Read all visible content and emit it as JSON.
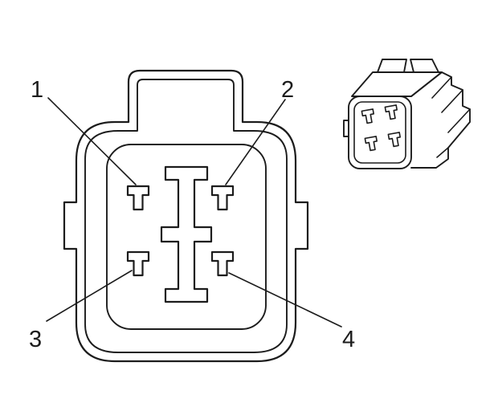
{
  "diagram": {
    "background": "#ffffff",
    "line_color": "#1c1c1c",
    "views": {
      "front_view_name": "connector-front-view",
      "perspective_view_name": "connector-perspective-view"
    },
    "callouts": [
      {
        "label": "1",
        "position": "top-left"
      },
      {
        "label": "2",
        "position": "top-right"
      },
      {
        "label": "3",
        "position": "bottom-left"
      },
      {
        "label": "4",
        "position": "bottom-right"
      }
    ]
  }
}
